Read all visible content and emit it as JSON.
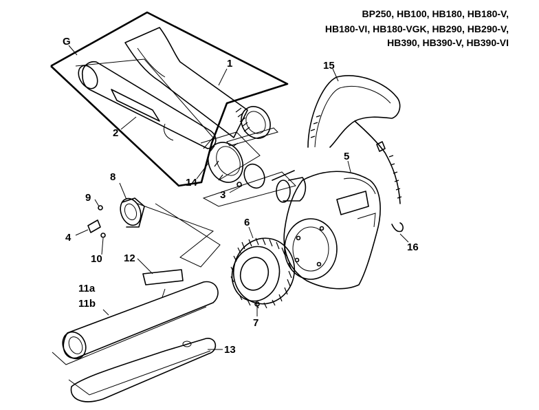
{
  "models": {
    "line1": "BP250,  HB100,  HB180,  HB180-V,",
    "line2": "HB180-VI,  HB180-VGK,  HB290,  HB290-V,",
    "line3": "HB390,  HB390-V,  HB390-VI"
  },
  "labels": {
    "group": "G",
    "p1": "1",
    "p2": "2",
    "p3": "3",
    "p4": "4",
    "p5": "5",
    "p6": "6",
    "p7": "7",
    "p8": "8",
    "p9": "9",
    "p10": "10",
    "p11a": "11a",
    "p11b": "11b",
    "p12": "12",
    "p13": "13",
    "p14": "14",
    "p15": "15",
    "p16": "16"
  }
}
